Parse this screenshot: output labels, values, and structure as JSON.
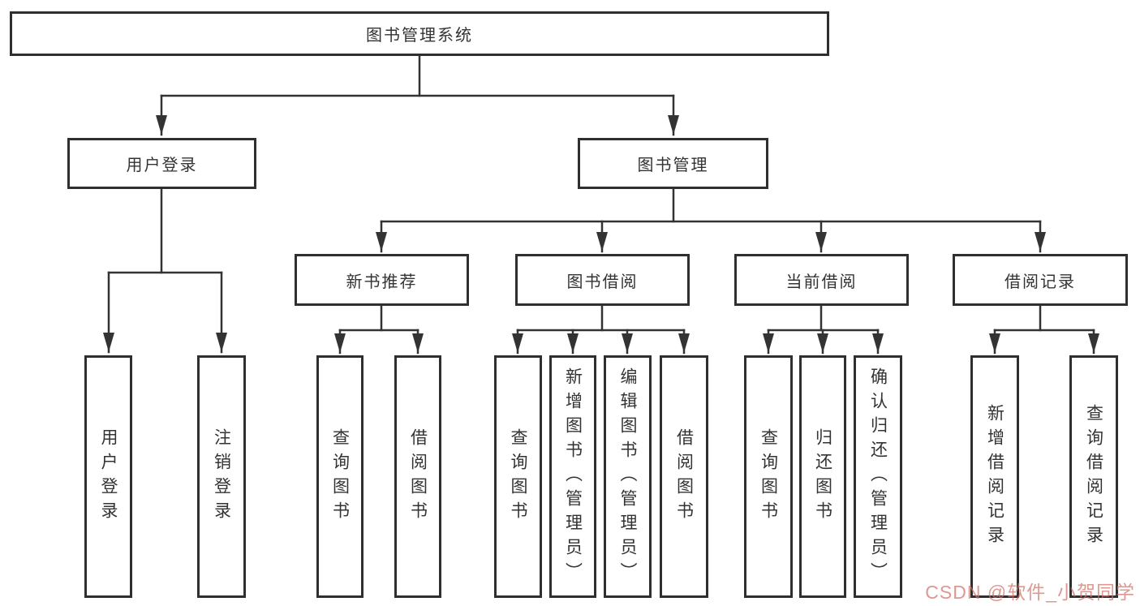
{
  "diagram": {
    "type": "hierarchy-tree",
    "root": {
      "label": "图书管理系统"
    },
    "level2": {
      "user_login": {
        "label": "用户登录"
      },
      "book_mgmt": {
        "label": "图书管理"
      }
    },
    "level3": {
      "new_books": {
        "label": "新书推荐"
      },
      "book_borrow": {
        "label": "图书借阅"
      },
      "current_borrow": {
        "label": "当前借阅"
      },
      "borrow_records": {
        "label": "借阅记录"
      }
    },
    "leaves": {
      "user_login_leaf": {
        "label": "用户登录"
      },
      "logout": {
        "label": "注销登录"
      },
      "nb_query": {
        "label": "查询图书"
      },
      "nb_borrow": {
        "label": "借阅图书"
      },
      "bb_query": {
        "label": "查询图书"
      },
      "bb_add": {
        "label": "新增图书（管理员）"
      },
      "bb_edit": {
        "label": "编辑图书（管理员）"
      },
      "bb_borrow": {
        "label": "借阅图书"
      },
      "cb_query": {
        "label": "查询图书"
      },
      "cb_return": {
        "label": "归还图书"
      },
      "cb_confirm": {
        "label": "确认归还（管理员）"
      },
      "br_add": {
        "label": "新增借阅记录"
      },
      "br_query": {
        "label": "查询借阅记录"
      }
    },
    "edges": [
      [
        "图书管理系统",
        "用户登录"
      ],
      [
        "图书管理系统",
        "图书管理"
      ],
      [
        "用户登录",
        "用户登录"
      ],
      [
        "用户登录",
        "注销登录"
      ],
      [
        "图书管理",
        "新书推荐"
      ],
      [
        "图书管理",
        "图书借阅"
      ],
      [
        "图书管理",
        "当前借阅"
      ],
      [
        "图书管理",
        "借阅记录"
      ],
      [
        "新书推荐",
        "查询图书"
      ],
      [
        "新书推荐",
        "借阅图书"
      ],
      [
        "图书借阅",
        "查询图书"
      ],
      [
        "图书借阅",
        "新增图书（管理员）"
      ],
      [
        "图书借阅",
        "编辑图书（管理员）"
      ],
      [
        "图书借阅",
        "借阅图书"
      ],
      [
        "当前借阅",
        "查询图书"
      ],
      [
        "当前借阅",
        "归还图书"
      ],
      [
        "当前借阅",
        "确认归还（管理员）"
      ],
      [
        "借阅记录",
        "新增借阅记录"
      ],
      [
        "借阅记录",
        "查询借阅记录"
      ]
    ]
  },
  "watermark": {
    "text": "CSDN @软件_小贺同学"
  },
  "colors": {
    "background": "#ffffff",
    "line": "#333333",
    "box_border": "#2f2f2f",
    "text": "#333333",
    "watermark": "#cf7066"
  }
}
